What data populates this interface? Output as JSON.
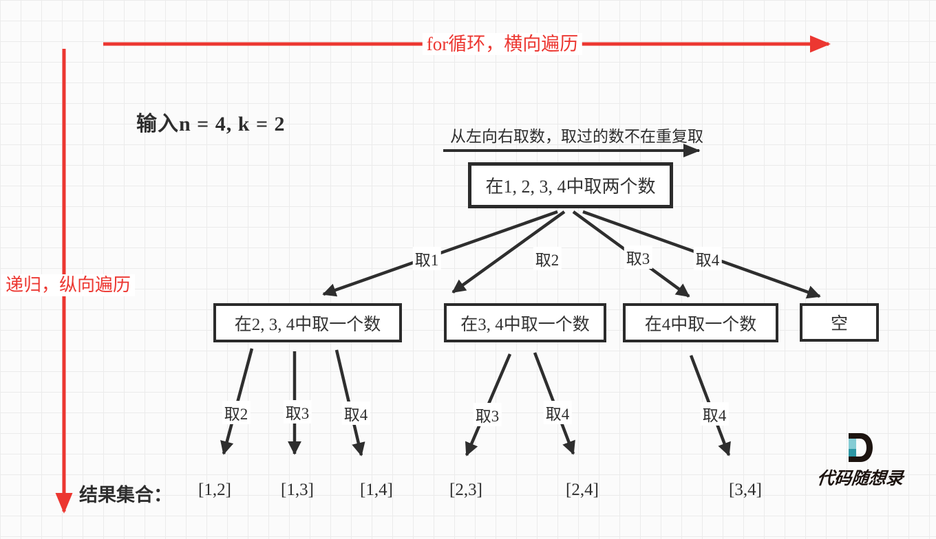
{
  "annotations": {
    "top_arrow_label": "for循环，横向遍历",
    "left_arrow_label": "递归，纵向遍历",
    "input_label": "输入n = 4, k = 2",
    "pick_note": "从左向右取数，取过的数不在重复取"
  },
  "tree": {
    "root": {
      "label": "在1, 2, 3, 4中取两个数"
    },
    "level2": [
      {
        "label": "在2, 3, 4中取一个数"
      },
      {
        "label": "在3, 4中取一个数"
      },
      {
        "label": "在4中取一个数"
      },
      {
        "label": "空"
      }
    ],
    "root_edges": [
      {
        "label": "取1"
      },
      {
        "label": "取2"
      },
      {
        "label": "取3"
      },
      {
        "label": "取4"
      }
    ],
    "leaf_edges": [
      {
        "label": "取2"
      },
      {
        "label": "取3"
      },
      {
        "label": "取4"
      },
      {
        "label": "取3"
      },
      {
        "label": "取4"
      },
      {
        "label": "取4"
      }
    ]
  },
  "results": {
    "label": "结果集合：",
    "values": [
      "[1,2]",
      "[1,3]",
      "[1,4]",
      "[2,3]",
      "[2,4]",
      "[3,4]"
    ]
  },
  "watermark": {
    "logo_letter": "D",
    "brand": "代码随想录"
  },
  "colors": {
    "accent_red": "#ec3731",
    "line_black": "#2e2e2e",
    "teal_light": "#85ccd4",
    "teal_dark": "#2d96a4"
  }
}
